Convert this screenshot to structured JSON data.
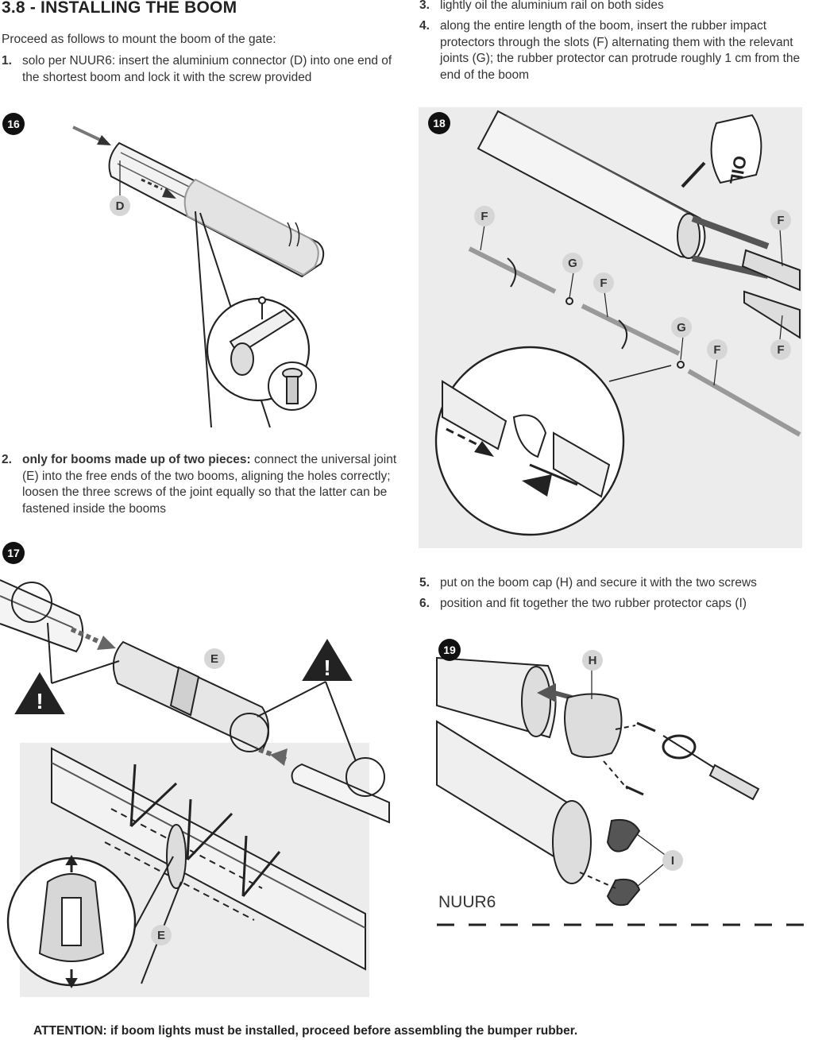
{
  "section_title": "3.8 - INSTALLING THE BOOM",
  "intro": "Proceed as follows to mount the boom of the gate:",
  "steps": [
    {
      "num": "1.",
      "text": "solo per NUUR6: insert the aluminium connector (D) into one end of the shortest boom and lock it with the screw provided"
    },
    {
      "num": "2.",
      "bold": "only for booms made up of two pieces:",
      "text": " connect the universal joint (E) into the free ends of the two booms, aligning the holes correctly; loosen the three screws of the joint equally so that the latter can be fastened inside the booms"
    },
    {
      "num": "3.",
      "text": "lightly oil the aluminium rail on both sides"
    },
    {
      "num": "4.",
      "text": "along the entire length of the boom, insert the rubber impact protectors through the slots (F) alternating them with the relevant joints (G); the rubber protector can protrude roughly 1 cm from the end of the boom"
    },
    {
      "num": "5.",
      "text": "put on the boom cap (H) and secure it with the two screws"
    },
    {
      "num": "6.",
      "text": "position and fit together the two rubber protector caps (I)"
    }
  ],
  "figures": {
    "fig16": {
      "badge": "16",
      "label_d": "D"
    },
    "fig17": {
      "badge": "17",
      "label_e1": "E",
      "label_e2": "E",
      "warning_mark": "!"
    },
    "fig18": {
      "badge": "18",
      "oil_text": "OIL",
      "labels": [
        "F",
        "G",
        "F",
        "G",
        "F",
        "F",
        "F"
      ]
    },
    "fig19": {
      "badge": "19",
      "label_h": "H",
      "label_i": "I"
    }
  },
  "model_label": "NUUR6",
  "attention": "ATTENTION: if boom lights must be installed, proceed before assembling the bumper rubber.",
  "colors": {
    "ink": "#222222",
    "badge": "#111111",
    "label_bg": "#d6d6d6",
    "panel_bg": "#eeeeee"
  }
}
